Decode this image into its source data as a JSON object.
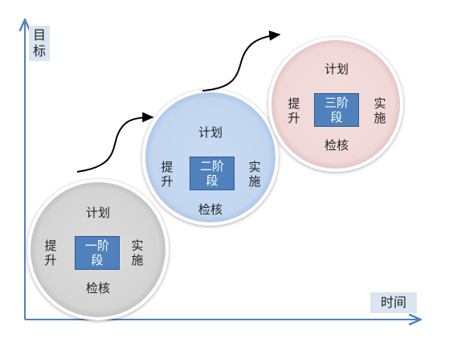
{
  "axes": {
    "y_label": "目\n标",
    "x_label": "时间"
  },
  "phases": [
    {
      "plan": "计划",
      "check": "检核",
      "improve": "提\n升",
      "implement": "实\n施",
      "stage": "一阶\n段",
      "fill": "#d9d9d9"
    },
    {
      "plan": "计划",
      "check": "检核",
      "improve": "提\n升",
      "implement": "实\n施",
      "stage": "二阶\n段",
      "fill": "#c6d9f1"
    },
    {
      "plan": "计划",
      "check": "检核",
      "improve": "提\n升",
      "implement": "实\n施",
      "stage": "三阶\n段",
      "fill": "#f2dcdb"
    }
  ],
  "colors": {
    "axis": "#4f81bd",
    "stage_box": "#4f81bd",
    "arrow": "#000000"
  }
}
